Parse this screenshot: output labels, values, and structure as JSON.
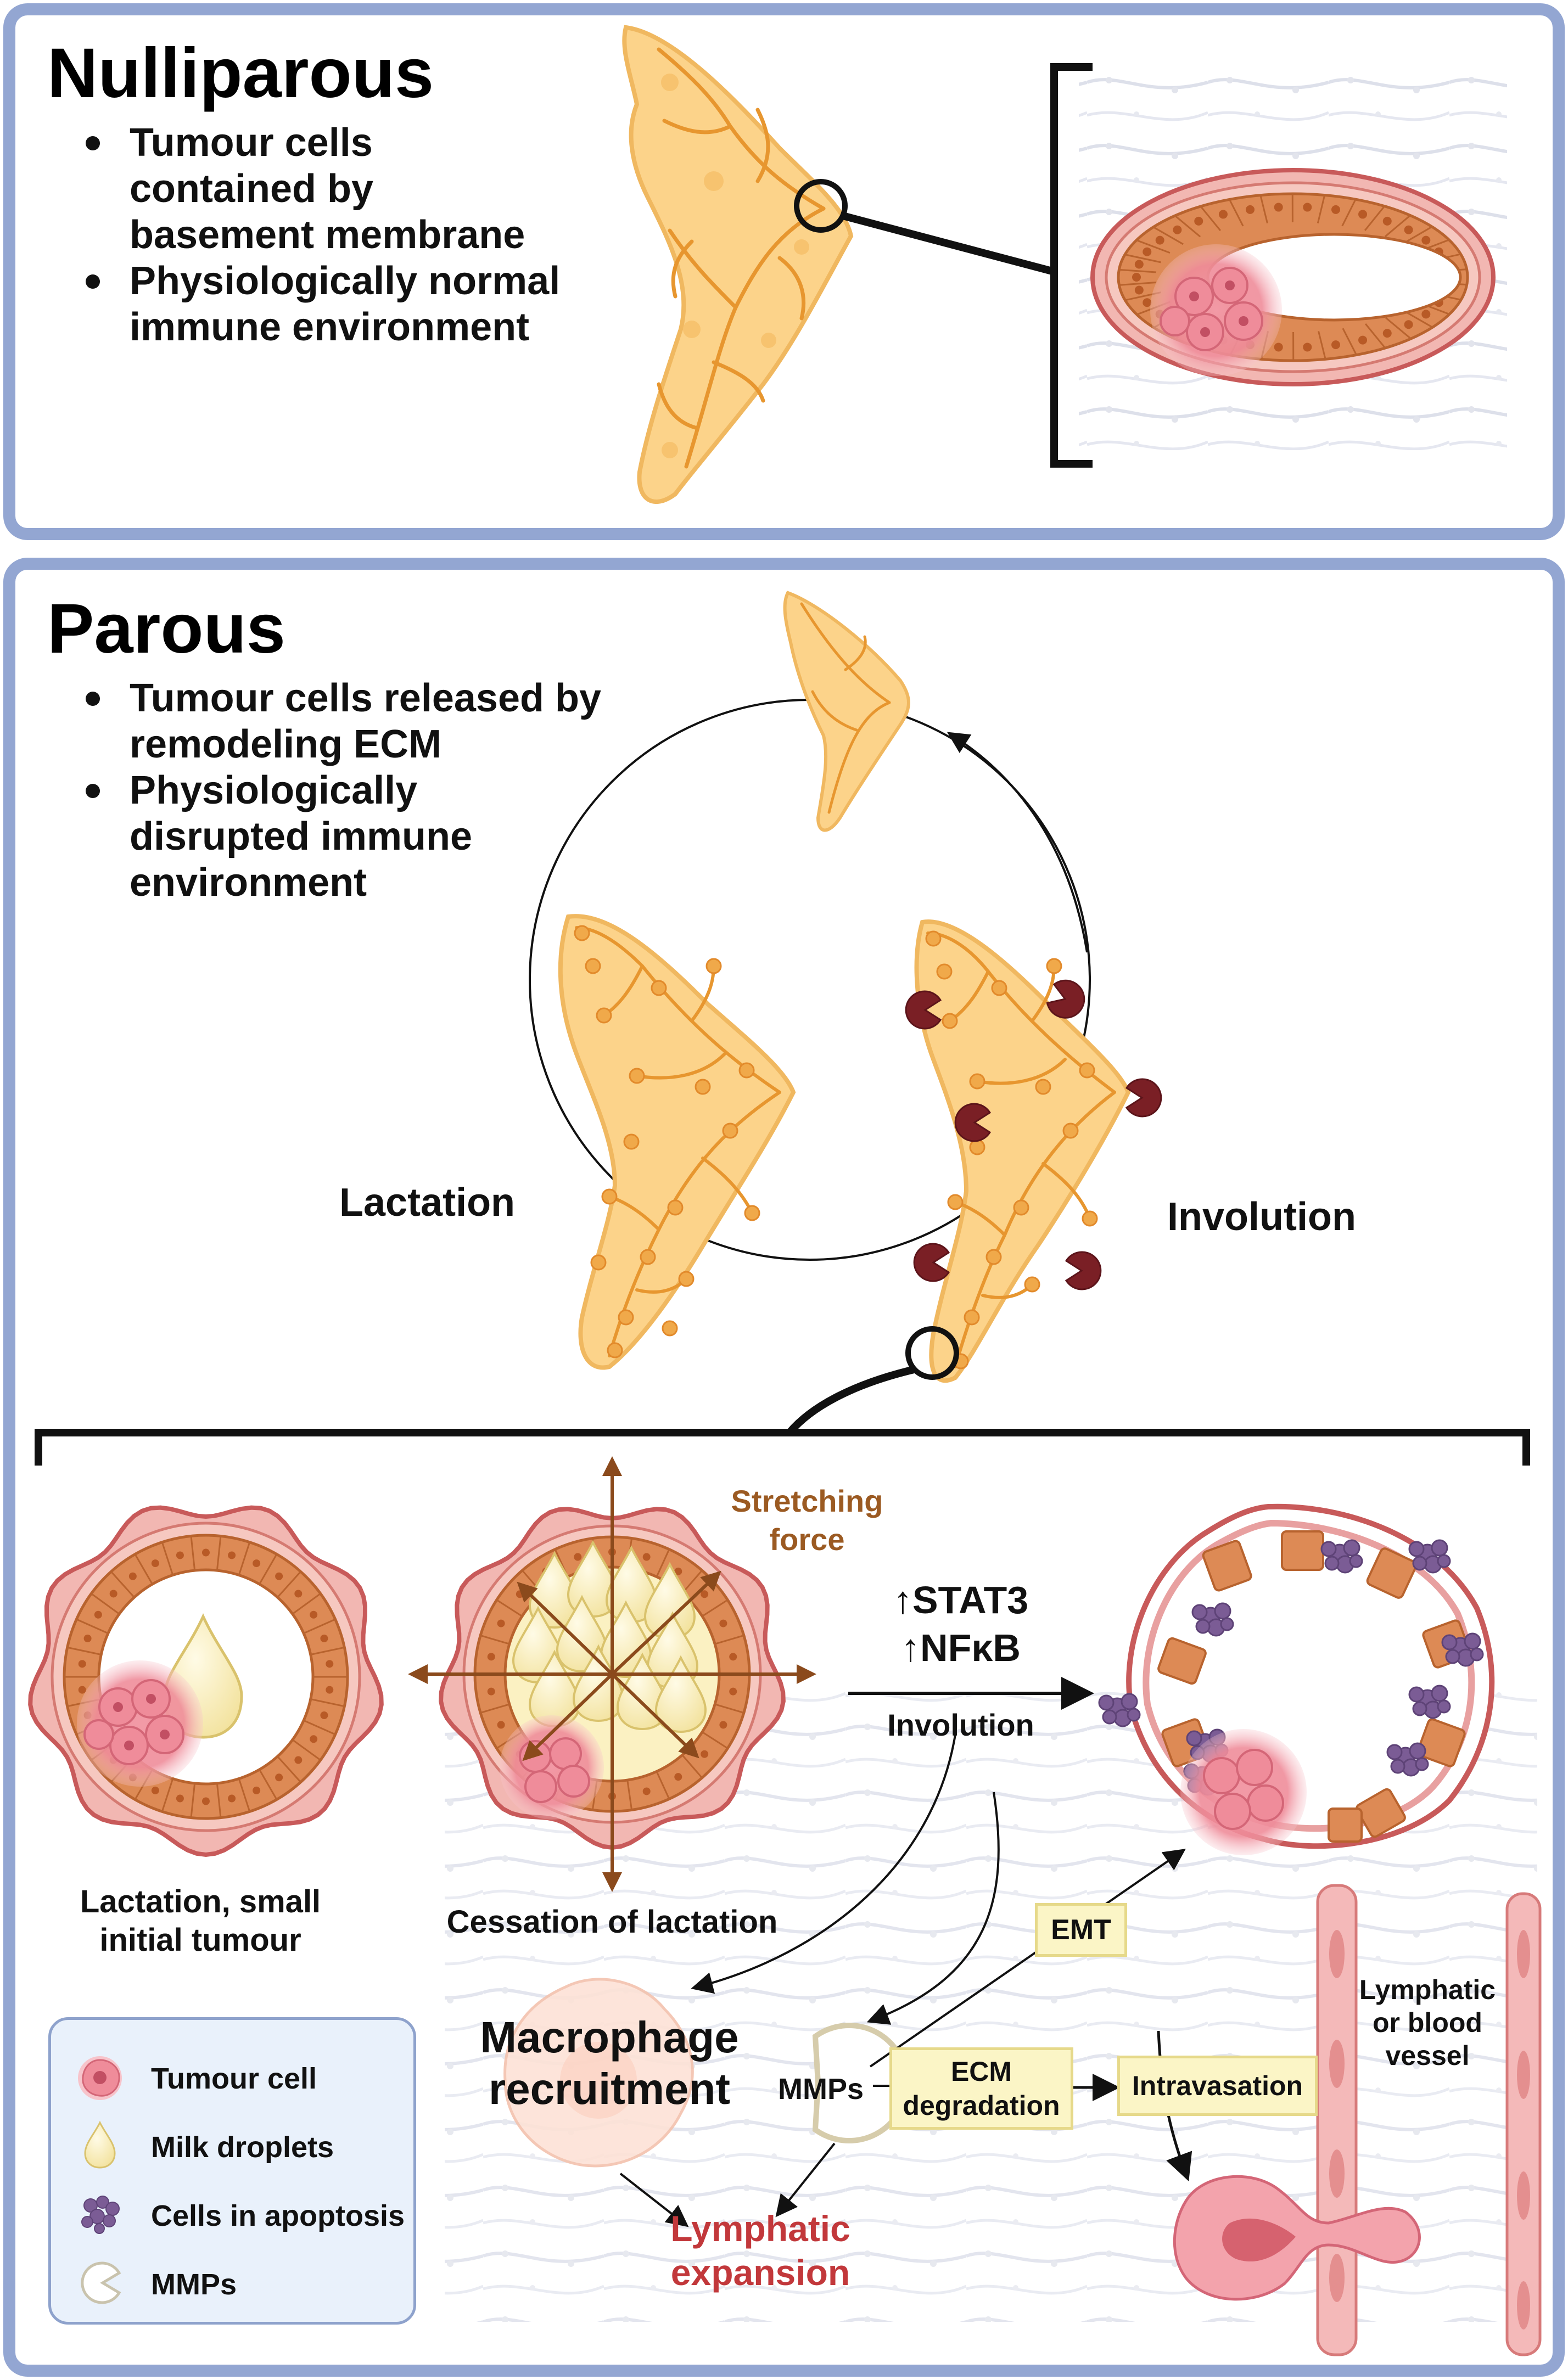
{
  "top_panel": {
    "heading": "Nulliparous",
    "bullets": [
      "Tumour cells contained by basement membrane",
      "Physiologically normal immune environment"
    ]
  },
  "bottom_panel": {
    "heading": "Parous",
    "bullets": [
      "Tumour cells released by remodeling ECM",
      "Physiologically disrupted immune environment"
    ],
    "cycle_labels": {
      "lactation": "Lactation",
      "involution": "Involution"
    }
  },
  "process": {
    "stage1_caption": "Lactation, small initial tumour",
    "stage2_caption": "Cessation of lactation",
    "stretching_force": "Stretching force",
    "stat3": "↑STAT3",
    "nfkb": "↑NFκB",
    "involution_arrow": "Involution",
    "macrophage_recruitment": "Macrophage recruitment",
    "mmps": "MMPs",
    "emt": "EMT",
    "ecm_degradation": "ECM degradation",
    "intravasation": "Intravasation",
    "vessel_label": "Lymphatic or blood vessel",
    "lymphatic_expansion": "Lymphatic expansion"
  },
  "legend": {
    "items": [
      {
        "label": "Tumour cell",
        "icon": "tumour-cell-icon"
      },
      {
        "label": "Milk droplets",
        "icon": "milk-droplet-icon"
      },
      {
        "label": "Cells in apoptosis",
        "icon": "apoptotic-cells-icon"
      },
      {
        "label": "MMPs",
        "icon": "mmp-icon"
      }
    ]
  },
  "colors": {
    "panel_border": "#93a6d2",
    "gland_fill": "#fcd38a",
    "duct": "#e7962f",
    "epithelium": "#dd8a55",
    "wall": "#e8a0a0",
    "tumour": "#ef8c9a",
    "apoptosis": "#7b5c95",
    "mmp_dark": "#7a1f25",
    "force_arrow": "#8b4a1c",
    "lymphatic_text": "#c2383b",
    "stretch_text": "#9b5a22",
    "note_box": "#fbf5c6"
  }
}
